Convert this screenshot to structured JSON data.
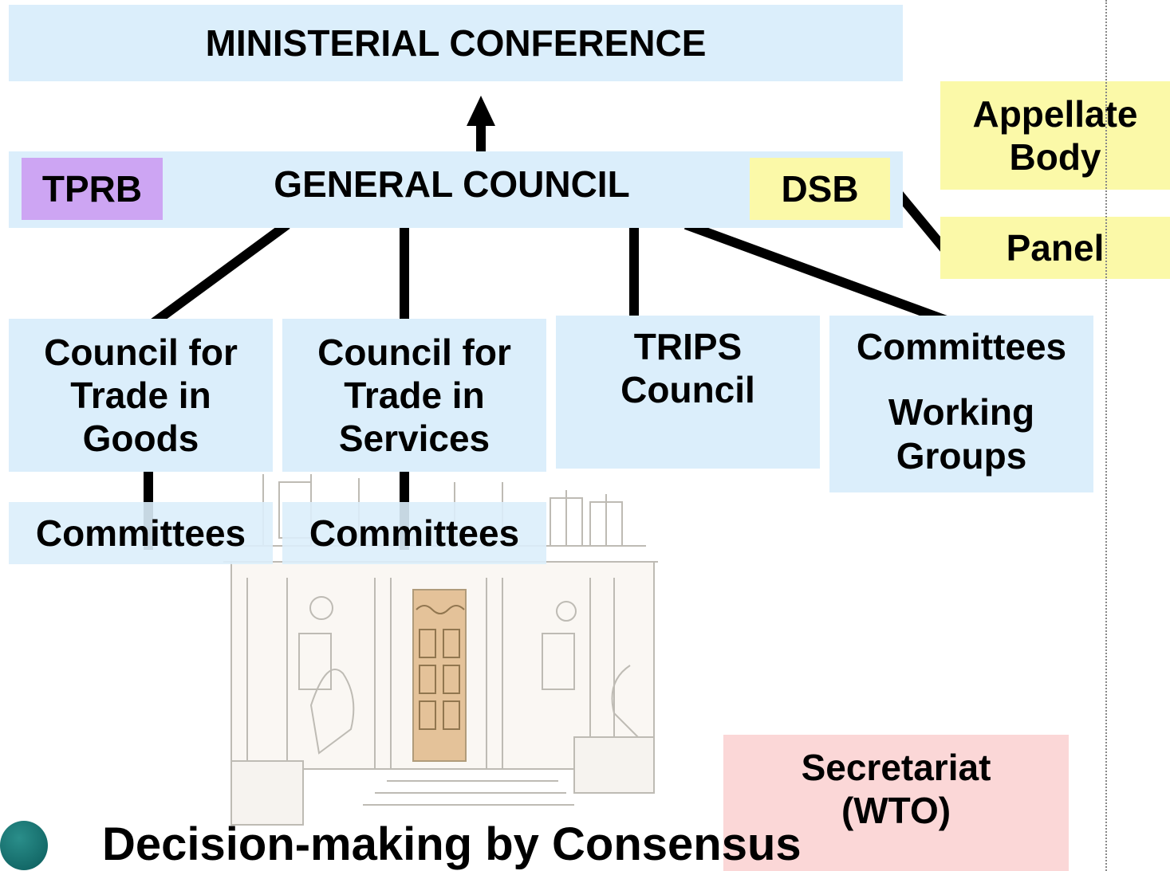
{
  "ministerial_conference": "MINISTERIAL CONFERENCE",
  "general_council": "GENERAL COUNCIL",
  "tprb": "TPRB",
  "dsb": "DSB",
  "appellate_body": [
    "Appellate",
    "Body"
  ],
  "panel": "Panel",
  "councils": {
    "goods": [
      "Council for",
      "Trade in",
      "Goods"
    ],
    "services": [
      "Council for",
      "Trade in",
      "Services"
    ],
    "trips": [
      "TRIPS",
      "Council"
    ],
    "committees_wg": [
      "Committees",
      "Working",
      "Groups"
    ]
  },
  "sub_committees": {
    "goods": "Committees",
    "services": "Committees"
  },
  "secretariat": [
    "Secretariat",
    "(WTO)"
  ],
  "footer": "Decision-making by Consensus",
  "colors": {
    "blue_box": "#dbeefb",
    "yellow_box": "#fbf9a8",
    "purple_box": "#cda5f3",
    "pink_box": "#fbd7d7",
    "bullet": "#0b5b5b"
  }
}
